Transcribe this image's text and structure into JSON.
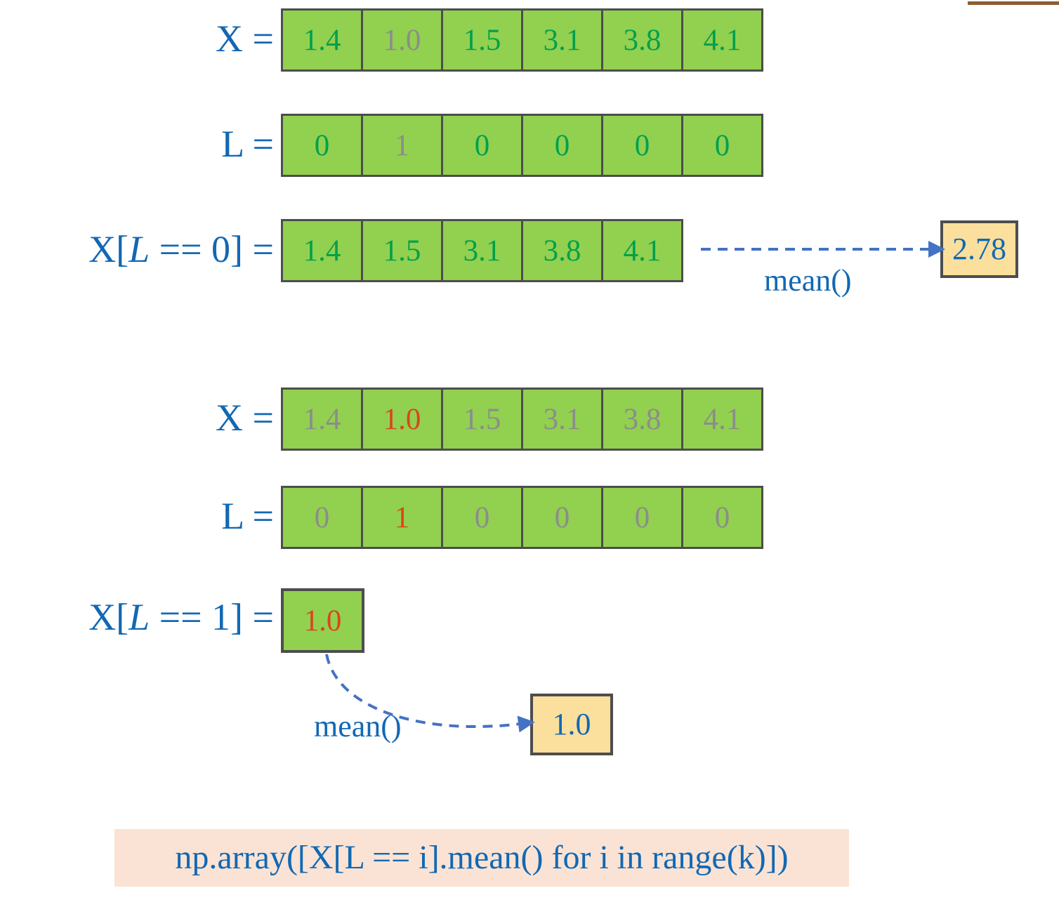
{
  "diagram": {
    "title": "numpy label-masked mean computation",
    "colors": {
      "cell_fill": "#92D050",
      "cell_border": "#4D4D4D",
      "text_green": "#00A14B",
      "text_gray": "#8C8C8C",
      "text_red": "#D9461B",
      "label_blue": "#1268B3",
      "result_fill": "#FBDF9D",
      "arrow_blue": "#4472C4",
      "code_band_bg": "#FAE3D4",
      "top_rule": "#8B5E34"
    }
  },
  "block_one": {
    "rows": [
      {
        "label_prefix": "X",
        "label_suffix": " = ",
        "label_text": "X = ",
        "cells": [
          {
            "value": "1.4",
            "style": "green"
          },
          {
            "value": "1.0",
            "style": "gray"
          },
          {
            "value": "1.5",
            "style": "green"
          },
          {
            "value": "3.1",
            "style": "green"
          },
          {
            "value": "3.8",
            "style": "green"
          },
          {
            "value": "4.1",
            "style": "green"
          }
        ]
      },
      {
        "label_text": "L = ",
        "cells": [
          {
            "value": "0",
            "style": "green"
          },
          {
            "value": "1",
            "style": "gray"
          },
          {
            "value": "0",
            "style": "green"
          },
          {
            "value": "0",
            "style": "green"
          },
          {
            "value": "0",
            "style": "green"
          },
          {
            "value": "0",
            "style": "green"
          }
        ]
      },
      {
        "label_pre": "X[",
        "label_var": "L",
        "label_post": " == 0] = ",
        "cells": [
          {
            "value": "1.4",
            "style": "green"
          },
          {
            "value": "1.5",
            "style": "green"
          },
          {
            "value": "3.1",
            "style": "green"
          },
          {
            "value": "3.8",
            "style": "green"
          },
          {
            "value": "4.1",
            "style": "green"
          }
        ]
      }
    ],
    "operation_label": "mean()",
    "result": "2.78"
  },
  "block_two": {
    "rows": [
      {
        "label_text": "X = ",
        "cells": [
          {
            "value": "1.4",
            "style": "gray"
          },
          {
            "value": "1.0",
            "style": "red"
          },
          {
            "value": "1.5",
            "style": "gray"
          },
          {
            "value": "3.1",
            "style": "gray"
          },
          {
            "value": "3.8",
            "style": "gray"
          },
          {
            "value": "4.1",
            "style": "gray"
          }
        ]
      },
      {
        "label_text": "L = ",
        "cells": [
          {
            "value": "0",
            "style": "gray"
          },
          {
            "value": "1",
            "style": "red"
          },
          {
            "value": "0",
            "style": "gray"
          },
          {
            "value": "0",
            "style": "gray"
          },
          {
            "value": "0",
            "style": "gray"
          },
          {
            "value": "0",
            "style": "gray"
          }
        ]
      },
      {
        "label_pre": "X[",
        "label_var": "L",
        "label_post": " == 1] = ",
        "cells": [
          {
            "value": "1.0",
            "style": "red"
          }
        ]
      }
    ],
    "operation_label": "mean()",
    "result": "1.0"
  },
  "code": {
    "text": "np.array([X[L == i].mean() for i in range(k)])"
  }
}
